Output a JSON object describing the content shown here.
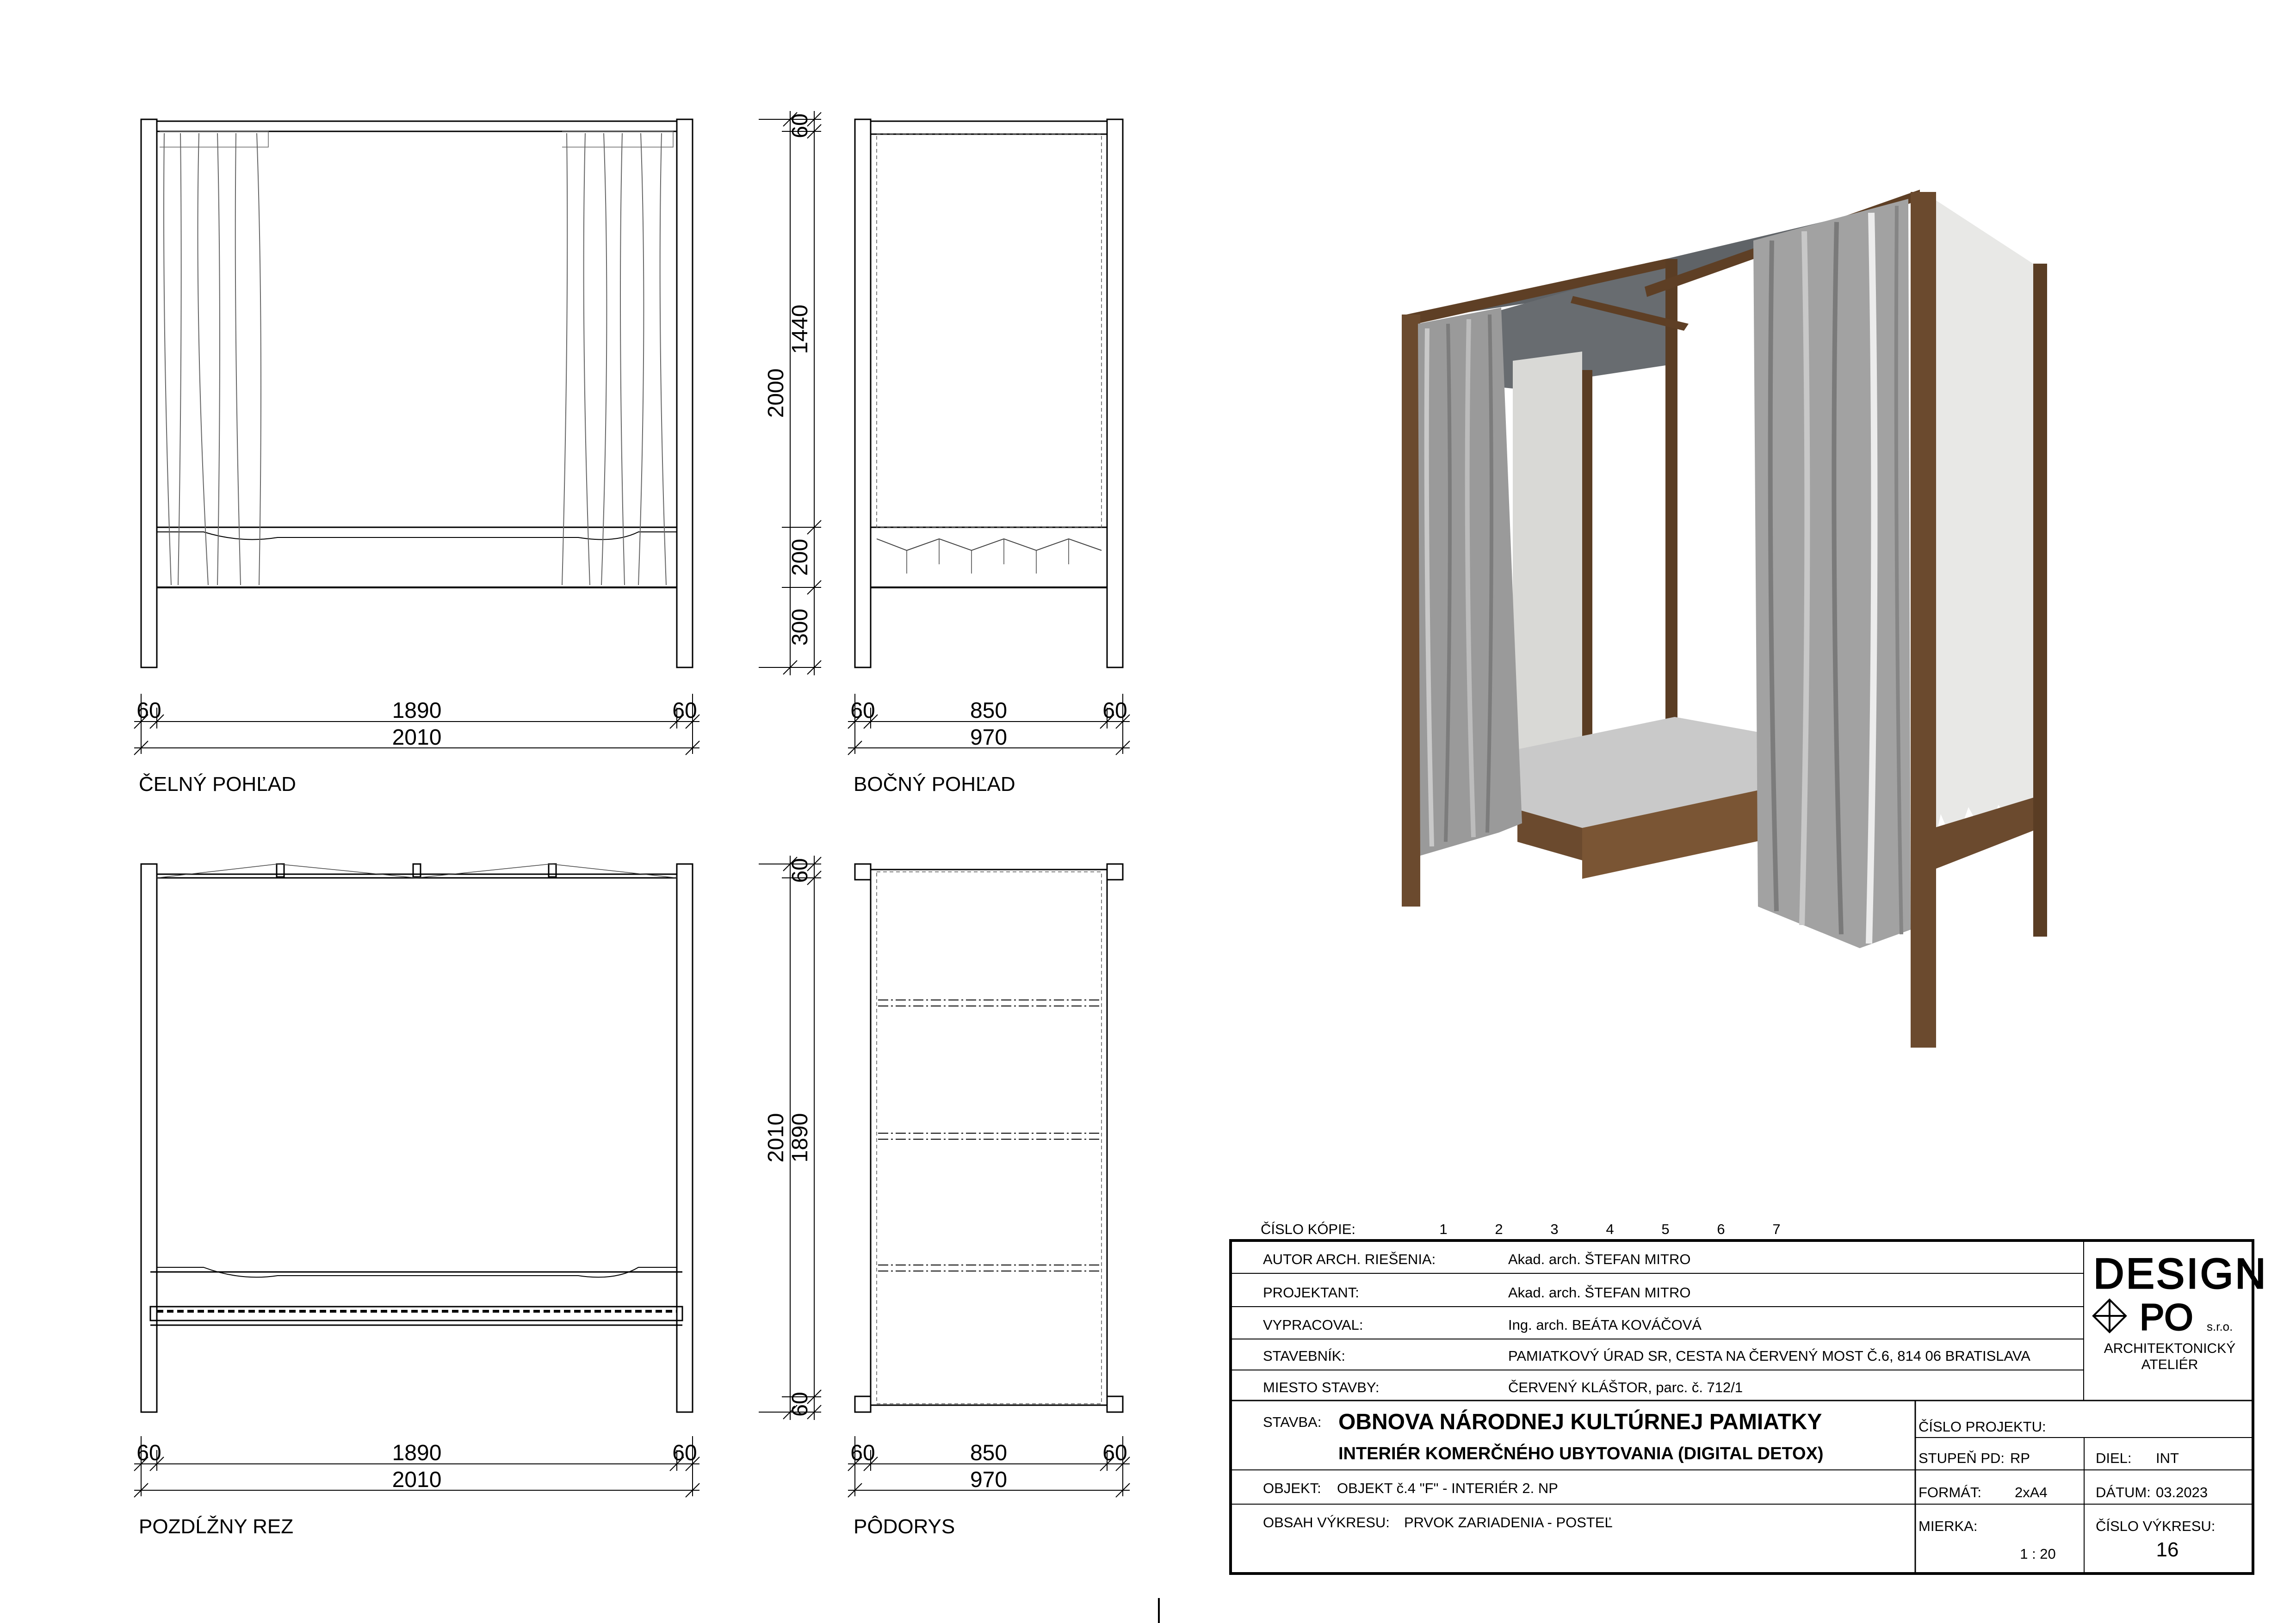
{
  "views": {
    "front": {
      "title": "ČELNÝ POHĽAD",
      "dims_top": [
        "60",
        "1890",
        "60"
      ],
      "dim_total": "2010",
      "height_dims": [
        "60",
        "1440",
        "200",
        "300"
      ],
      "height_total": "2000"
    },
    "side": {
      "title": "BOČNÝ POHĽAD",
      "dims_top": [
        "60",
        "850",
        "60"
      ],
      "dim_total": "970"
    },
    "section": {
      "title": "POZDĹŽNY REZ",
      "dims_top": [
        "60",
        "1890",
        "60"
      ],
      "dim_total": "2010",
      "height_dims": [
        "60",
        "1890",
        "60"
      ],
      "height_total": "2010"
    },
    "plan": {
      "title": "PÔDORYS",
      "dims_top": [
        "60",
        "850",
        "60"
      ],
      "dim_total": "970"
    }
  },
  "render": {
    "wood_color": "#6b4a2e",
    "curtain_color": "#9a9a9a",
    "panel_color": "#e8e8e6",
    "mattress_color": "#c9c9c9"
  },
  "title_block": {
    "copy_label": "ČÍSLO KÓPIE:",
    "copy_numbers": [
      "1",
      "2",
      "3",
      "4",
      "5",
      "6",
      "7"
    ],
    "rows": [
      {
        "label": "AUTOR ARCH. RIEŠENIA:",
        "value": "Akad. arch. ŠTEFAN MITRO"
      },
      {
        "label": "PROJEKTANT:",
        "value": "Akad. arch. ŠTEFAN MITRO"
      },
      {
        "label": "VYPRACOVAL:",
        "value": "Ing. arch. BEÁTA KOVÁČOVÁ"
      },
      {
        "label": "STAVEBNÍK:",
        "value": "PAMIATKOVÝ ÚRAD SR, CESTA NA ČERVENÝ MOST Č.6, 814 06 BRATISLAVA"
      },
      {
        "label": "MIESTO STAVBY:",
        "value": "ČERVENÝ KLÁŠTOR, parc. č. 712/1"
      }
    ],
    "logo": {
      "line1": "DESIGN",
      "line2": "PO",
      "suffix": "s.r.o.",
      "sub1": "ARCHITEKTONICKÝ",
      "sub2": "ATELIÉR"
    },
    "stavba_label": "STAVBA:",
    "stavba_line1": "OBNOVA NÁRODNEJ KULTÚRNEJ PAMIATKY",
    "stavba_line2": "INTERIÉR KOMERČNÉHO UBYTOVANIA (DIGITAL DETOX)",
    "objekt_label": "OBJEKT:",
    "objekt_value": "OBJEKT č.4 \"F\"  - INTERIÉR 2. NP",
    "obsah_label": "OBSAH VÝKRESU:",
    "obsah_value": "PRVOK ZARIADENIA - POSTEĽ",
    "cislo_projektu_label": "ČÍSLO PROJEKTU:",
    "stupen_label": "STUPEŇ PD:",
    "stupen_value": "RP",
    "diel_label": "DIEL:",
    "diel_value": "INT",
    "format_label": "FORMÁT:",
    "format_value": "2xA4",
    "datum_label": "DÁTUM:",
    "datum_value": "03.2023",
    "mierka_label": "MIERKA:",
    "mierka_value": "1 : 20",
    "cislo_vykresu_label": "ČÍSLO VÝKRESU:",
    "cislo_vykresu_value": "16"
  }
}
